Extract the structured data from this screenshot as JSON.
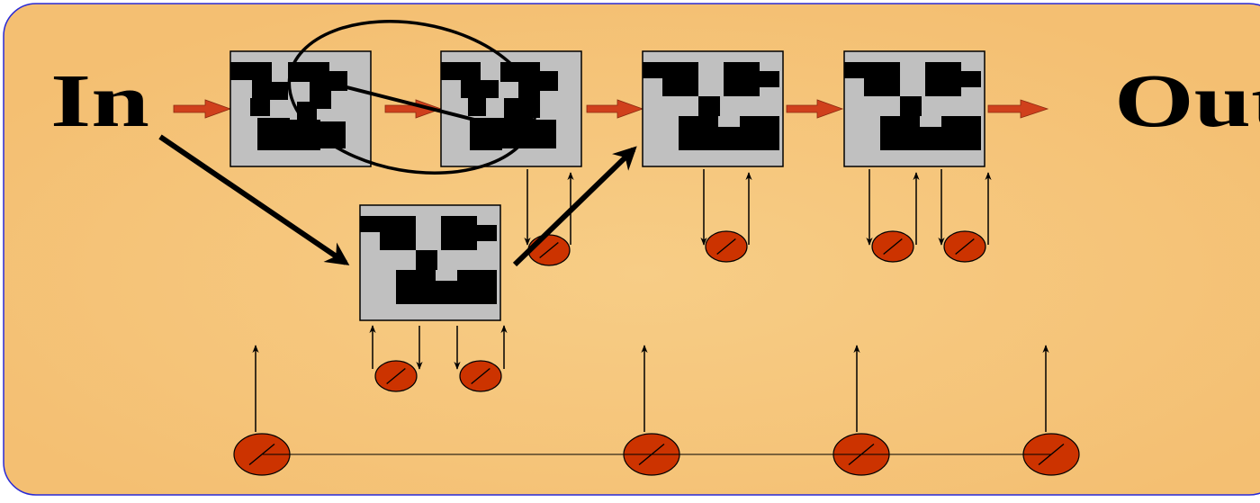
{
  "labels": {
    "input": "In",
    "output": "Out"
  },
  "colors": {
    "panel_fill": "#f4bf72",
    "panel_glow": "#f7cd86",
    "panel_border": "#2a2ad6",
    "tile_fill": "#c0c0c0",
    "block_fill": "#000000",
    "arrow_red": "#d0401c",
    "knob_fill": "#cc3300",
    "line": "#000000"
  },
  "icons": {
    "knob": "rotary-knob-icon",
    "pattern": "block-pattern-tile",
    "arrow": "flow-arrow"
  }
}
